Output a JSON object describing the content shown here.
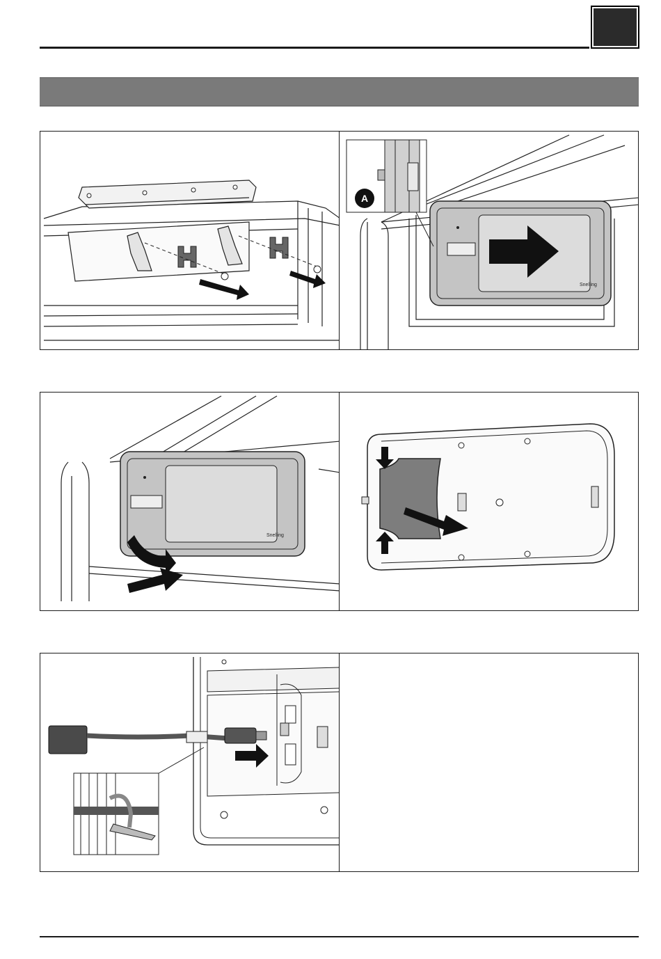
{
  "header": {
    "chapter_tab": "",
    "section_title": ""
  },
  "figures": {
    "step1_right_callout": "A",
    "step1_right_logo": "Snelling",
    "step2_left_logo": "Snelling"
  },
  "colors": {
    "rule": "#1a1a1a",
    "section_bar": "#7a7a7a",
    "tab": "#2b2b2b",
    "panel_grey": "#bdbdbd",
    "arrow": "#111111"
  }
}
